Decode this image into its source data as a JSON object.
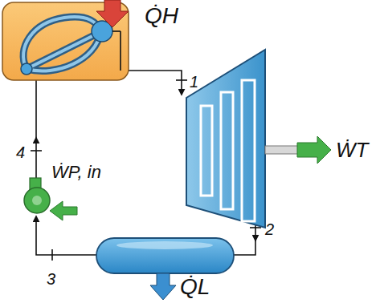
{
  "diagram": {
    "labels": [
      "Q̇H",
      "1",
      "ẆT",
      "4",
      "ẆP, in",
      "2",
      "3",
      "Q̇L"
    ]
  }
}
